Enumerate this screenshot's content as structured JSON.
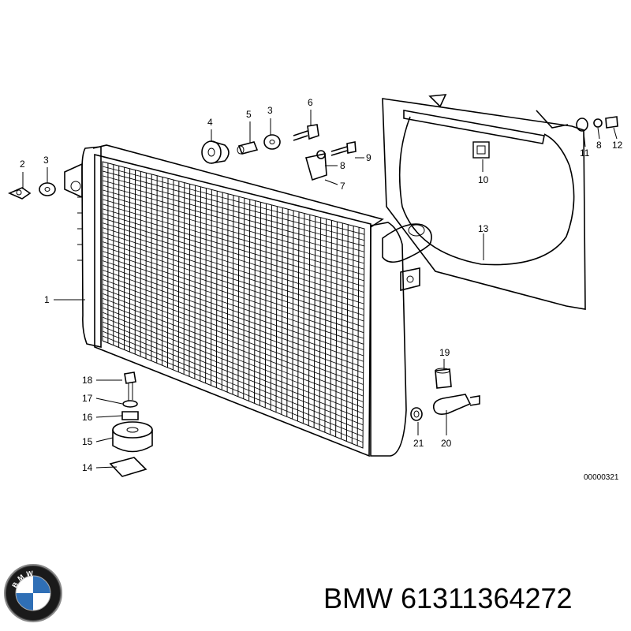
{
  "diagram": {
    "callouts": [
      "1",
      "2",
      "3",
      "4",
      "5",
      "3",
      "6",
      "8",
      "9",
      "7",
      "10",
      "11",
      "8",
      "12",
      "13",
      "19",
      "21",
      "20",
      "18",
      "17",
      "16",
      "15",
      "14"
    ],
    "drawing_id": "00000321"
  },
  "brand": {
    "logo_text": "BMW",
    "caption_brand": "BMW",
    "part_number": "61311364272"
  }
}
